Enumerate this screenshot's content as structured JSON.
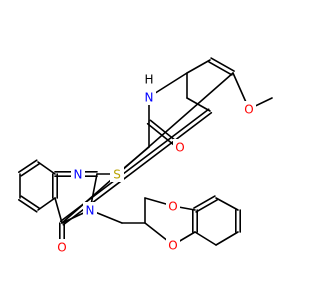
{
  "molecule": {
    "colors": {
      "bond": "#000000",
      "C": "#000000",
      "N": "#0000ff",
      "O": "#ff0000",
      "S": "#b8a200",
      "background": "#ffffff"
    },
    "atoms": [
      {
        "id": "N_amide",
        "text": "N"
      },
      {
        "id": "H_amide",
        "text": "H"
      },
      {
        "id": "O_amide",
        "text": "O"
      },
      {
        "id": "O_methoxy",
        "text": "O"
      },
      {
        "id": "S_thio",
        "text": "S"
      },
      {
        "id": "N_ring1",
        "text": "N"
      },
      {
        "id": "N_ring3",
        "text": "N"
      },
      {
        "id": "O_carbonyl",
        "text": "O"
      },
      {
        "id": "O_dioxane_top",
        "text": "O"
      },
      {
        "id": "O_dioxane_bottom",
        "text": "O"
      }
    ]
  }
}
